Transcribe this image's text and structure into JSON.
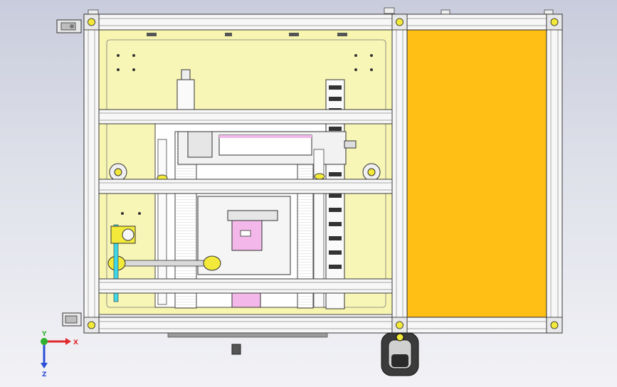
{
  "colors": {
    "background_top": "#c9ccdc",
    "background_bottom": "#f2f2f6",
    "frame_profile": "#f7f7f7",
    "frame_outline": "#3a3a3a",
    "machine_panel": "#f7f5b0",
    "side_panel": "#ffbf14",
    "pink_part": "#f3b7ea",
    "cyan_part": "#3fd7e6",
    "yellow_part": "#f3e93a",
    "axis_x": "#e0282c",
    "axis_y": "#2fb12f",
    "axis_z": "#2a4fd6"
  },
  "axes": {
    "x_label": "X",
    "y_label": "Y",
    "z_label": "Z"
  },
  "icons": [
    "corner-bracket-icon",
    "caster-wheel-icon",
    "mounting-foot-icon",
    "triad-axis-icon"
  ]
}
